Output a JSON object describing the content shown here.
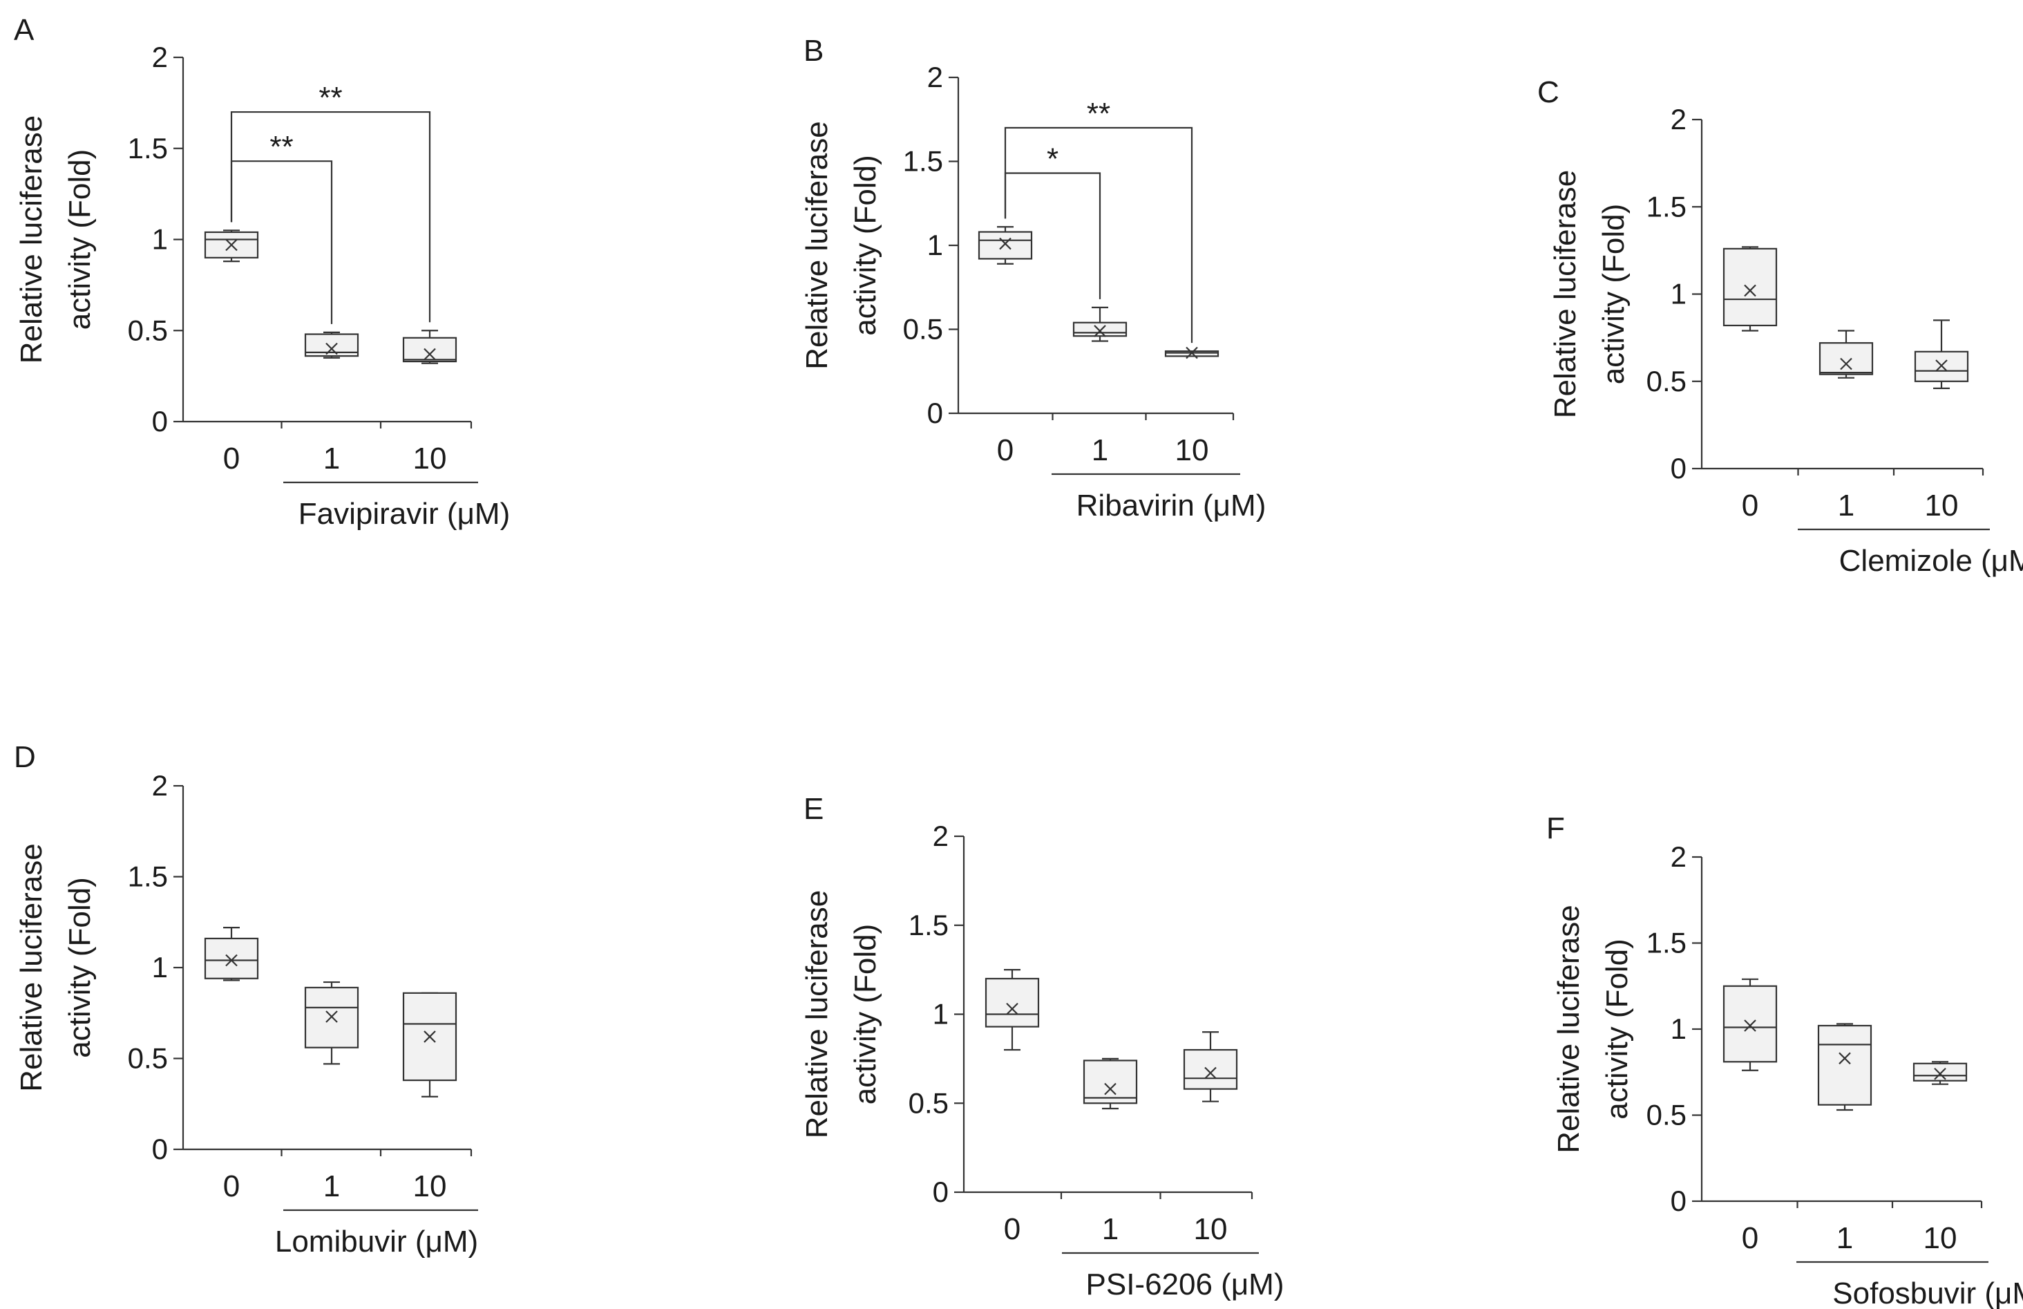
{
  "chart_data": [
    {
      "type": "box",
      "panel": "A",
      "ylabel": [
        "Relative luciferase",
        "activity (Fold)"
      ],
      "ylim": [
        0,
        2
      ],
      "yticks": [
        0,
        0.5,
        1,
        1.5,
        2
      ],
      "ytick_labels": [
        "0",
        "0.5",
        "1",
        "1.5",
        "2"
      ],
      "categories": [
        "0",
        "1",
        "10"
      ],
      "xlabel": "Favipiravir (μM)",
      "boxes": [
        {
          "min": 0.88,
          "q1": 0.9,
          "median": 1.0,
          "q3": 1.04,
          "max": 1.05,
          "mean": 0.97
        },
        {
          "min": 0.35,
          "q1": 0.36,
          "median": 0.38,
          "q3": 0.48,
          "max": 0.49,
          "mean": 0.4
        },
        {
          "min": 0.32,
          "q1": 0.33,
          "median": 0.34,
          "q3": 0.46,
          "max": 0.5,
          "mean": 0.37
        }
      ],
      "significance": [
        {
          "from": 0,
          "to": 1,
          "label": "**"
        },
        {
          "from": 0,
          "to": 2,
          "label": "**"
        }
      ]
    },
    {
      "type": "box",
      "panel": "B",
      "ylabel": [
        "Relative luciferase",
        "activity (Fold)"
      ],
      "ylim": [
        0,
        2
      ],
      "yticks": [
        0,
        0.5,
        1,
        1.5,
        2
      ],
      "ytick_labels": [
        "0",
        "0.5",
        "1",
        "1.5",
        "2"
      ],
      "categories": [
        "0",
        "1",
        "10"
      ],
      "xlabel": "Ribavirin (μM)",
      "boxes": [
        {
          "min": 0.89,
          "q1": 0.92,
          "median": 1.03,
          "q3": 1.08,
          "max": 1.11,
          "mean": 1.01
        },
        {
          "min": 0.43,
          "q1": 0.46,
          "median": 0.48,
          "q3": 0.54,
          "max": 0.63,
          "mean": 0.49
        },
        {
          "min": 0.34,
          "q1": 0.34,
          "median": 0.36,
          "q3": 0.37,
          "max": 0.37,
          "mean": 0.36
        }
      ],
      "significance": [
        {
          "from": 0,
          "to": 1,
          "label": "*"
        },
        {
          "from": 0,
          "to": 2,
          "label": "**"
        }
      ]
    },
    {
      "type": "box",
      "panel": "C",
      "ylabel": [
        "Relative luciferase",
        "activity (Fold)"
      ],
      "ylim": [
        0,
        2
      ],
      "yticks": [
        0,
        0.5,
        1,
        1.5,
        2
      ],
      "ytick_labels": [
        "0",
        "0.5",
        "1",
        "1.5",
        "2"
      ],
      "categories": [
        "0",
        "1",
        "10"
      ],
      "xlabel": "Clemizole (μM)",
      "boxes": [
        {
          "min": 0.79,
          "q1": 0.82,
          "median": 0.97,
          "q3": 1.26,
          "max": 1.27,
          "mean": 1.02
        },
        {
          "min": 0.52,
          "q1": 0.54,
          "median": 0.55,
          "q3": 0.72,
          "max": 0.79,
          "mean": 0.6
        },
        {
          "min": 0.46,
          "q1": 0.5,
          "median": 0.56,
          "q3": 0.67,
          "max": 0.85,
          "mean": 0.59
        }
      ],
      "significance": []
    },
    {
      "type": "box",
      "panel": "D",
      "ylabel": [
        "Relative luciferase",
        "activity (Fold)"
      ],
      "ylim": [
        0,
        2
      ],
      "yticks": [
        0,
        0.5,
        1,
        1.5,
        2
      ],
      "ytick_labels": [
        "0",
        "0.5",
        "1",
        "1.5",
        "2"
      ],
      "categories": [
        "0",
        "1",
        "10"
      ],
      "xlabel": "Lomibuvir (μM)",
      "boxes": [
        {
          "min": 0.93,
          "q1": 0.94,
          "median": 1.04,
          "q3": 1.16,
          "max": 1.22,
          "mean": 1.04
        },
        {
          "min": 0.47,
          "q1": 0.56,
          "median": 0.78,
          "q3": 0.89,
          "max": 0.92,
          "mean": 0.73
        },
        {
          "min": 0.29,
          "q1": 0.38,
          "median": 0.69,
          "q3": 0.86,
          "max": 0.86,
          "mean": 0.62
        }
      ],
      "significance": []
    },
    {
      "type": "box",
      "panel": "E",
      "ylabel": [
        "Relative luciferase",
        "activity (Fold)"
      ],
      "ylim": [
        0,
        2
      ],
      "yticks": [
        0,
        0.5,
        1,
        1.5,
        2
      ],
      "ytick_labels": [
        "0",
        "0.5",
        "1",
        "1.5",
        "2"
      ],
      "categories": [
        "0",
        "1",
        "10"
      ],
      "xlabel": "PSI-6206 (μM)",
      "boxes": [
        {
          "min": 0.8,
          "q1": 0.93,
          "median": 1.0,
          "q3": 1.2,
          "max": 1.25,
          "mean": 1.03
        },
        {
          "min": 0.47,
          "q1": 0.5,
          "median": 0.53,
          "q3": 0.74,
          "max": 0.75,
          "mean": 0.58
        },
        {
          "min": 0.51,
          "q1": 0.58,
          "median": 0.64,
          "q3": 0.8,
          "max": 0.9,
          "mean": 0.67
        }
      ],
      "significance": []
    },
    {
      "type": "box",
      "panel": "F",
      "ylabel": [
        "Relative luciferase",
        "activity (Fold)"
      ],
      "ylim": [
        0,
        2
      ],
      "yticks": [
        0,
        0.5,
        1,
        1.5,
        2
      ],
      "ytick_labels": [
        "0",
        "0.5",
        "1",
        "1.5",
        "2"
      ],
      "categories": [
        "0",
        "1",
        "10"
      ],
      "xlabel": "Sofosbuvir (μM)",
      "boxes": [
        {
          "min": 0.76,
          "q1": 0.81,
          "median": 1.01,
          "q3": 1.25,
          "max": 1.29,
          "mean": 1.02
        },
        {
          "min": 0.53,
          "q1": 0.56,
          "median": 0.91,
          "q3": 1.02,
          "max": 1.03,
          "mean": 0.83
        },
        {
          "min": 0.68,
          "q1": 0.7,
          "median": 0.73,
          "q3": 0.8,
          "max": 0.81,
          "mean": 0.74
        }
      ],
      "significance": []
    }
  ]
}
